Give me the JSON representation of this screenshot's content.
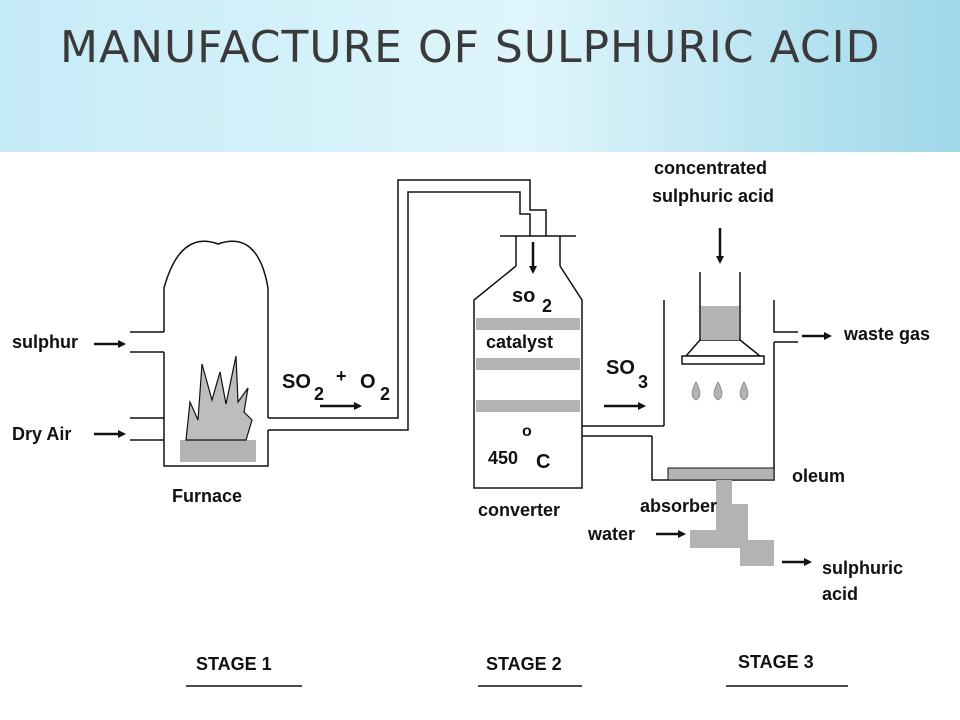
{
  "slide": {
    "title": "MANUFACTURE OF SULPHURIC ACID"
  },
  "diagram": {
    "inputs": {
      "sulphur": "sulphur",
      "dry_air": "Dry Air",
      "conc_acid_line1": "concentrated",
      "conc_acid_line2": "sulphuric acid",
      "water": "water"
    },
    "outputs": {
      "waste_gas": "waste gas",
      "product_line1": "sulphuric",
      "product_line2": "acid"
    },
    "units": {
      "furnace": "Furnace",
      "converter": "converter",
      "absorber": "absorber",
      "oleum": "oleum"
    },
    "converter_inner": {
      "so": "so",
      "so_sub": "2",
      "catalyst": "catalyst",
      "temp_value": "450",
      "temp_degree": "o",
      "temp_unit": "C"
    },
    "gas_labels": {
      "so2_o2": {
        "a": "SO",
        "a_sub": "2",
        "plus": "+",
        "b": "O",
        "b_sub": "2"
      },
      "so3": {
        "a": "SO",
        "a_sub": "3"
      }
    },
    "stages": [
      "STAGE 1",
      "STAGE 2",
      "STAGE 3"
    ]
  }
}
